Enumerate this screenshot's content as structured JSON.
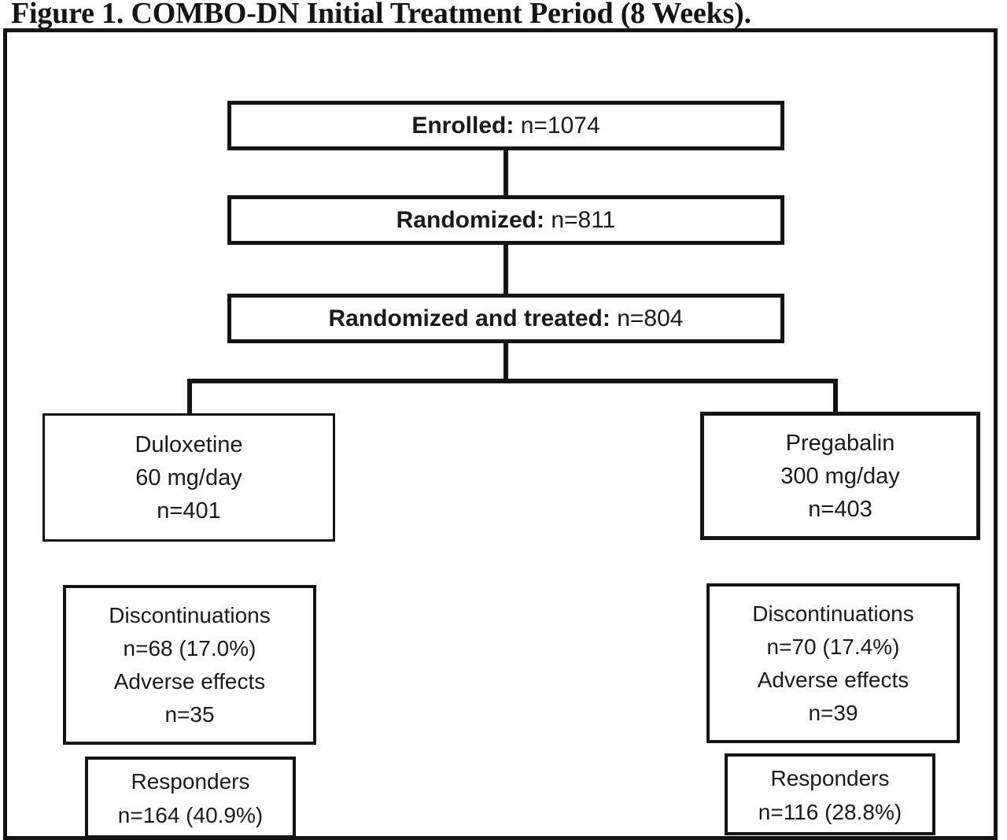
{
  "figure": {
    "title": "Figure 1. COMBO-DN Initial Treatment Period (8 Weeks).",
    "border_color": "#141414",
    "text_color": "#1a1a1a",
    "background_color": "#ffffff"
  },
  "chart_data": {
    "type": "diagram",
    "title": "Figure 1. COMBO-DN Initial Treatment Period (8 Weeks).",
    "nodes": [
      {
        "id": "enrolled",
        "label": "Enrolled:",
        "value": "n=1074"
      },
      {
        "id": "randomized",
        "label": "Randomized:",
        "value": "n=811"
      },
      {
        "id": "treated",
        "label": "Randomized and treated:",
        "value": "n=804"
      },
      {
        "id": "duloxetine",
        "lines": [
          "Duloxetine",
          "60 mg/day",
          "n=401"
        ]
      },
      {
        "id": "pregabalin",
        "lines": [
          "Pregabalin",
          "300 mg/day",
          "n=403"
        ]
      },
      {
        "id": "disc-left",
        "lines": [
          "Discontinuations",
          "n=68 (17.0%)",
          "Adverse effects",
          "n=35"
        ]
      },
      {
        "id": "disc-right",
        "lines": [
          "Discontinuations",
          "n=70 (17.4%)",
          "Adverse effects",
          "n=39"
        ]
      },
      {
        "id": "resp-left",
        "lines": [
          "Responders",
          "n=164 (40.9%)"
        ]
      },
      {
        "id": "resp-right",
        "lines": [
          "Responders",
          "n=116 (28.8%)"
        ]
      }
    ],
    "edges": [
      {
        "from": "enrolled",
        "to": "randomized"
      },
      {
        "from": "randomized",
        "to": "treated"
      },
      {
        "from": "treated",
        "to": "duloxetine"
      },
      {
        "from": "treated",
        "to": "pregabalin"
      }
    ]
  },
  "nodes": {
    "enrolled": {
      "label": "Enrolled:",
      "value": "n=1074"
    },
    "randomized": {
      "label": "Randomized:",
      "value": "n=811"
    },
    "treated": {
      "label": "Randomized and treated:",
      "value": "n=804"
    },
    "duloxetine": {
      "drug": "Duloxetine",
      "dose": "60 mg/day",
      "n": "n=401"
    },
    "pregabalin": {
      "drug": "Pregabalin",
      "dose": "300 mg/day",
      "n": "n=403"
    },
    "disc_left": {
      "heading": "Discontinuations",
      "count": "n=68 (17.0%)",
      "reason": "Adverse effects",
      "reason_count": "n=35"
    },
    "disc_right": {
      "heading": "Discontinuations",
      "count": "n=70 (17.4%)",
      "reason": "Adverse effects",
      "reason_count": "n=39"
    },
    "resp_left": {
      "heading": "Responders",
      "count": "n=164 (40.9%)"
    },
    "resp_right": {
      "heading": "Responders",
      "count": "n=116 (28.8%)"
    }
  }
}
